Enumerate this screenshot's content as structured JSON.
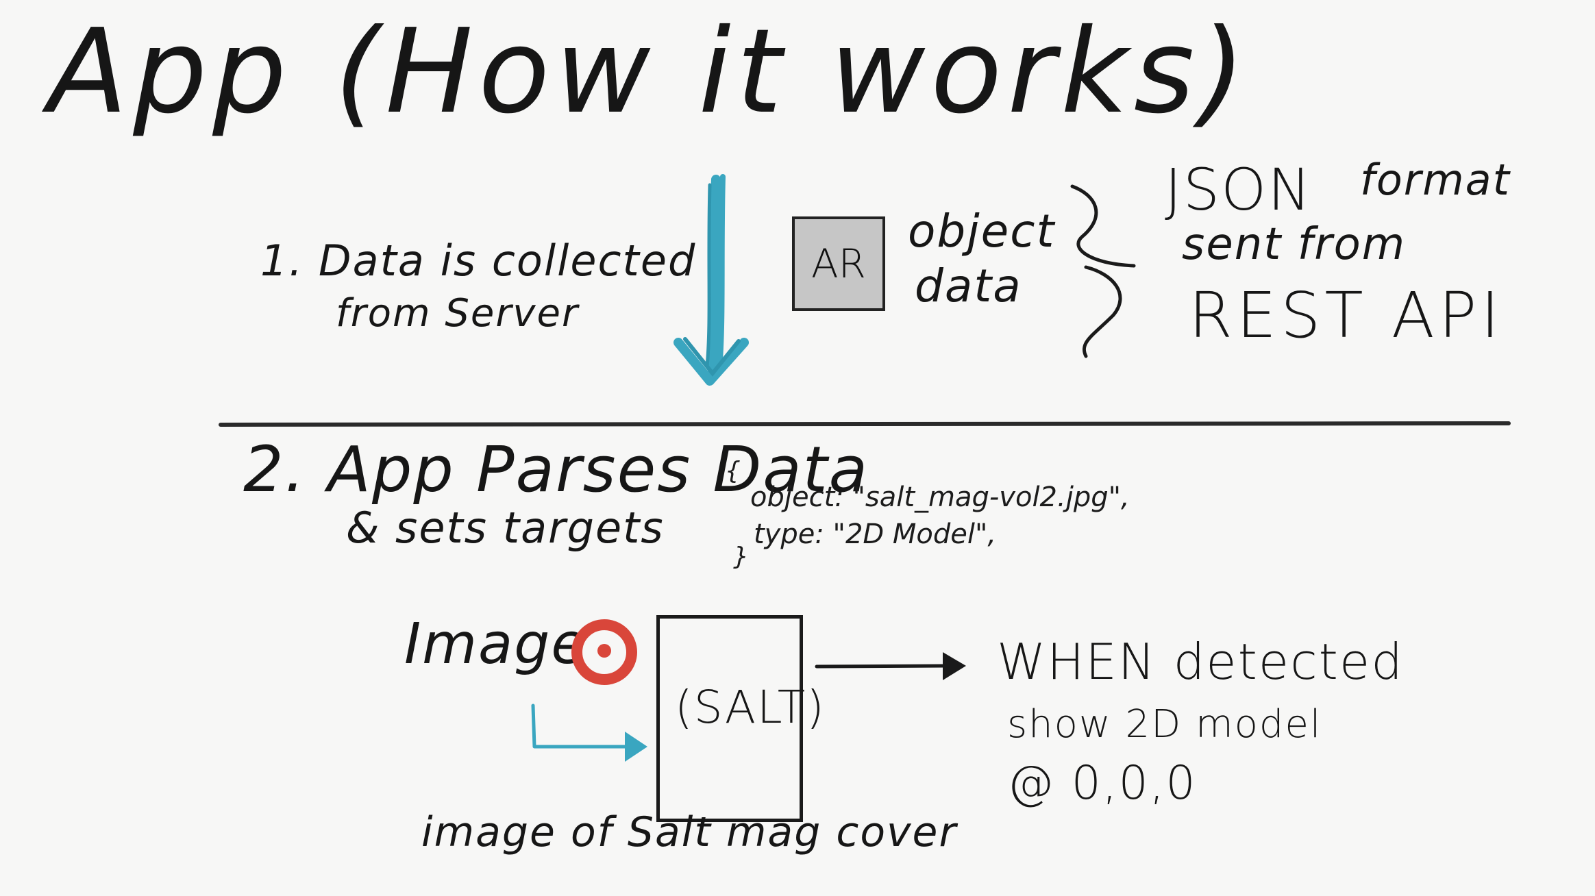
{
  "title": "App (How it works)",
  "section1": {
    "step_line1": "1. Data is collected",
    "step_line2": "from Server",
    "ar_badge": "AR",
    "object_line1": "object",
    "object_line2": "data",
    "json_line1a": "JSON",
    "json_line1b": "format",
    "json_line2": "sent from",
    "json_line3": "REST API"
  },
  "section2": {
    "step_line1": "2. App Parses Data",
    "step_line2": "& sets targets",
    "code_open": "{",
    "code_line1": "object: \"salt_mag-vol2.jpg\",",
    "code_line2": "type: \"2D Model\",",
    "code_close": "}",
    "image_label": "Image",
    "box_label": "(SALT)",
    "when_line1": "WHEN detected",
    "when_line2": "show 2D model",
    "when_line3": "@ 0,0,0",
    "caption": "image of Salt mag cover"
  },
  "colors": {
    "ink": "#161616",
    "arrow_blue": "#3aa6c0",
    "target_red": "#d9463a",
    "ar_fill": "#c6c6c6",
    "background": "#f7f7f6"
  },
  "icons": {
    "target": "target-icon",
    "down_arrow": "down-arrow-icon",
    "brace": "curly-brace-icon"
  }
}
